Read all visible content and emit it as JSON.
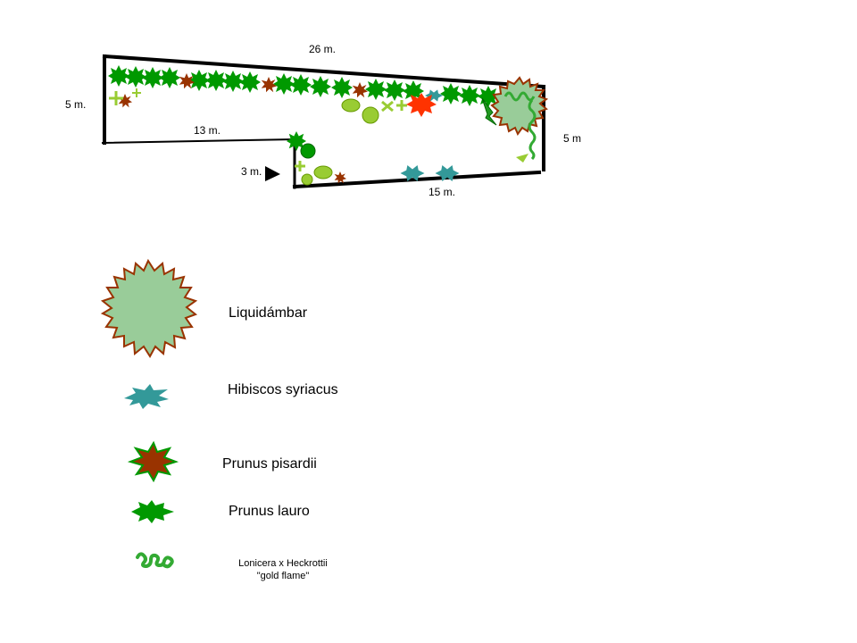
{
  "dimensions": {
    "top": "26 m.",
    "left": "5 m.",
    "inner_top": "13 m.",
    "inner_left": "3 m.",
    "bottom": "15 m.",
    "right": "5 m"
  },
  "legend": {
    "liquidambar": "Liquidámbar",
    "hibiscus": "Hibiscos syriacus",
    "prunus_pisardii": "Prunus pisardii",
    "prunus_lauro": "Prunus lauro",
    "lonicera_line1": "Lonicera x Heckrottii",
    "lonicera_line2": "\"gold flame\""
  },
  "colors": {
    "outline": "#000000",
    "liquidambar_fill": "#99cc99",
    "liquidambar_edge": "#993300",
    "hibiscus": "#339999",
    "prunus_pisardii": "#993300",
    "prunus_lauro": "#009900",
    "lonicera": "#33aa33",
    "light_shrub": "#99cc33",
    "red_shrub": "#ff3300"
  }
}
